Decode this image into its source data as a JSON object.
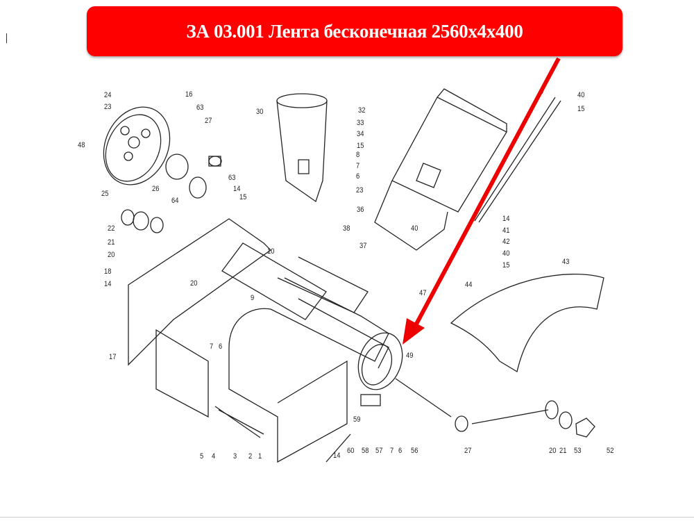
{
  "banner": {
    "title": "ЗА 03.001 Лента бесконечная 2560x4x400",
    "color": "#fe0000"
  },
  "diagram": {
    "part_labels": [
      "24",
      "23",
      "48",
      "16",
      "63",
      "27",
      "25",
      "26",
      "64",
      "63",
      "14",
      "15",
      "22",
      "21",
      "20",
      "18",
      "14",
      "30",
      "10",
      "20",
      "32",
      "33",
      "34",
      "15",
      "8",
      "7",
      "6",
      "23",
      "36",
      "38",
      "37",
      "40",
      "47",
      "44",
      "14",
      "41",
      "42",
      "40",
      "15",
      "43",
      "9",
      "40",
      "15",
      "17",
      "7",
      "6",
      "9",
      "49",
      "5",
      "4",
      "3",
      "2",
      "1",
      "14",
      "60",
      "58",
      "57",
      "7",
      "6",
      "56",
      "59",
      "27",
      "20",
      "21",
      "53",
      "52"
    ],
    "highlighted_part": "49",
    "arrow_color": "#ee0000"
  }
}
